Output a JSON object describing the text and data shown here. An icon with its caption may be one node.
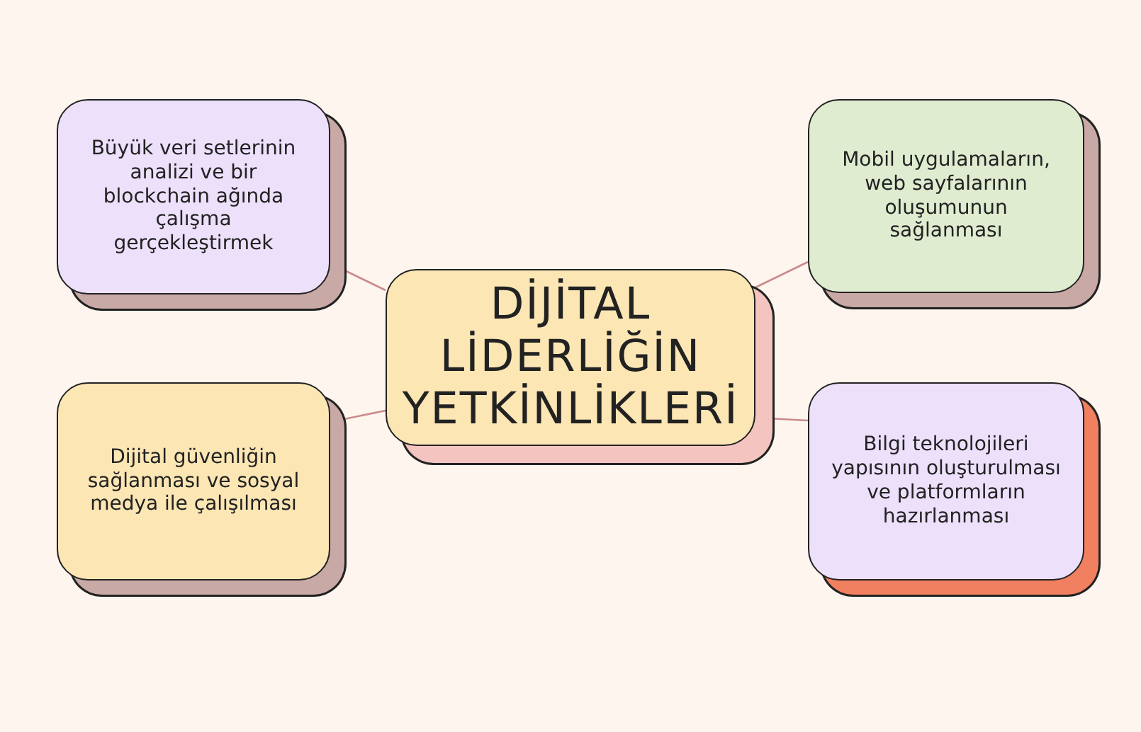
{
  "diagram": {
    "nodes": [
      {
        "text": [
          "DİJİTAL LİDERLİĞİN YETKİNLİKLERİ"
        ]
      },
      {
        "text": [
          "Büyük veri setlerinin analizi ve bir blockchain ağında çalışma gerçekleştirmek"
        ]
      },
      {
        "text": [
          "Mobil uygulamaların, web sayfalarının oluşumunun sağlanması"
        ]
      },
      {
        "text": [
          "Dijital güvenliğin sağlanması ve sosyal medya ile çalışılması"
        ]
      },
      {
        "text": [
          "Bilgi teknolojileri yapısının oluşturulması ve platformların hazırlanması"
        ]
      }
    ],
    "edges": [
      {
        "from": 0,
        "to": 1,
        "arrow": "none"
      },
      {
        "from": 0,
        "to": 2,
        "arrow": "none"
      },
      {
        "from": 0,
        "to": 3,
        "arrow": "none"
      },
      {
        "from": 0,
        "to": 4,
        "arrow": "none"
      }
    ]
  }
}
